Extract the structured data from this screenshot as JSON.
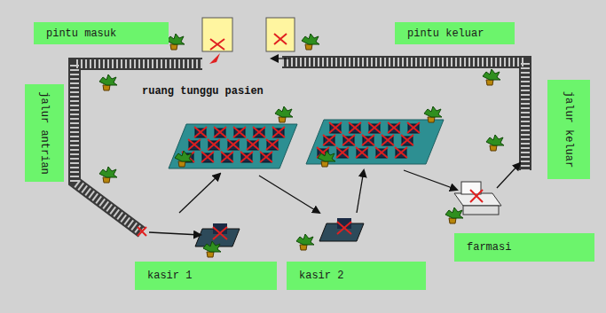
{
  "diagram": {
    "nodes": [
      {
        "text": [
          "pintu masuk"
        ]
      },
      {
        "text": [
          "pintu keluar"
        ]
      },
      {
        "text": [
          "jalur antrian"
        ]
      },
      {
        "text": [
          "jalur keluar"
        ]
      },
      {
        "text": [
          "kasir 1"
        ]
      },
      {
        "text": [
          "kasir 2"
        ]
      },
      {
        "text": [
          "farmasi"
        ]
      }
    ],
    "labels": [
      "ruang tunggu pasien"
    ]
  }
}
